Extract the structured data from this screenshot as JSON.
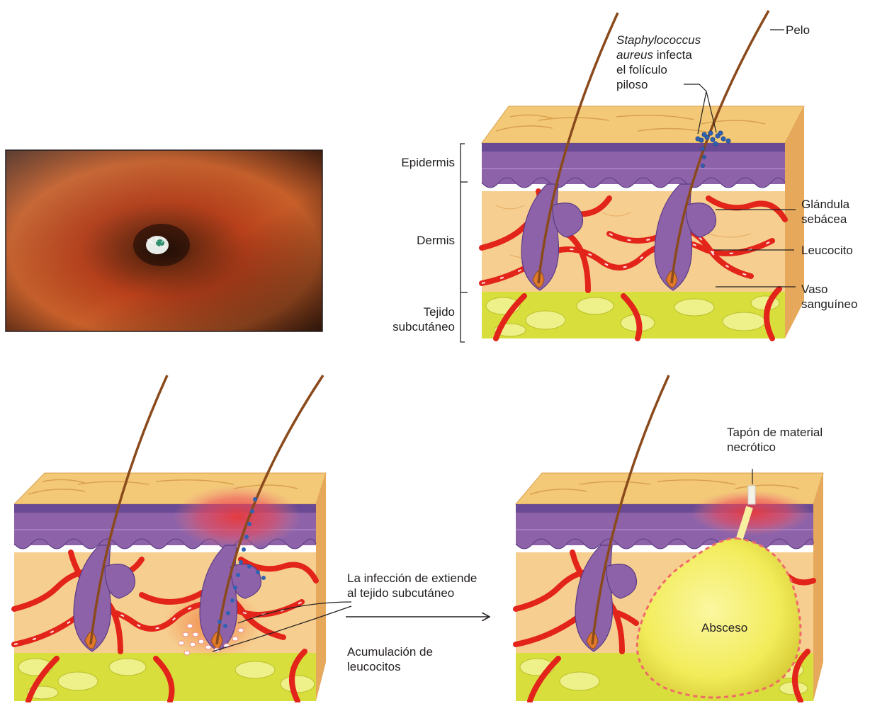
{
  "labels": {
    "pelo": "Pelo",
    "staph_species": "Staphylococcus\naureus",
    "staph_rest": " infecta\nel folículo\npiloso",
    "epidermis": "Epidermis",
    "dermis": "Dermis",
    "tejido_subcutaneo": "Tejido\nsubcutáneo",
    "glandula_sebacea": "Glándula\nsebácea",
    "leucocito": "Leucocito",
    "vaso_sanguineo": "Vaso\nsanguíneo",
    "infeccion_extiende": "La infección de extiende\nal tejido subcutáneo",
    "acumulacion_leucocitos": "Acumulación de\nleucocitos",
    "tapon_material": "Tapón de material\nnecrótico",
    "absceso": "Absceso"
  },
  "colors": {
    "surface": "#f3c978",
    "surface_line": "#d9a04e",
    "epidermis": "#8e62a8",
    "epidermis_dark": "#5a3b86",
    "dermis": "#f6cf90",
    "vessel": "#e3241b",
    "fat": "#d8df3c",
    "fat_light": "#eef08a",
    "hair": "#8a4a1c",
    "bacteria": "#2f62b3",
    "inflammation": "#e8383a",
    "pus": "#f2ec5a",
    "photo_skin": "#b8401b",
    "leader_line": "#231f20"
  },
  "icons": [
    "arrow-right-icon",
    "bracket-icon"
  ]
}
